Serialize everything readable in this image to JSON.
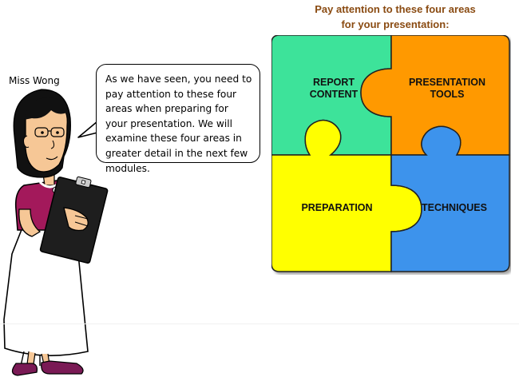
{
  "heading": {
    "line1": "Pay attention to these four areas",
    "line2": "for your presentation:"
  },
  "character": {
    "name": "Miss Wong"
  },
  "speech": {
    "text": "As we have seen, you need to pay attention to these four areas when preparing for your presentation. We will examine these four areas in greater detail in the next few modules."
  },
  "puzzle": {
    "pieces": [
      {
        "label": "REPORT CONTENT",
        "color": "#3ee39a"
      },
      {
        "label": "PRESENTATION TOOLS",
        "color": "#ff9900"
      },
      {
        "label": "PREPARATION",
        "color": "#ffff00"
      },
      {
        "label": "TECHNIQUES",
        "color": "#3d93ec"
      }
    ]
  }
}
